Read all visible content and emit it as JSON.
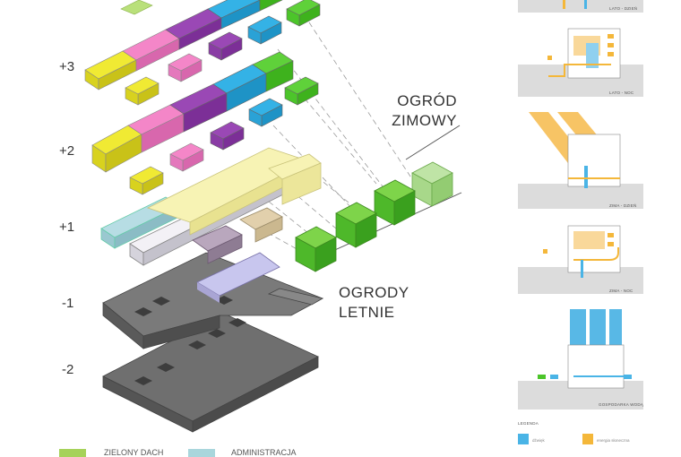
{
  "levels": [
    "+3",
    "+2",
    "+1",
    "-1",
    "-2"
  ],
  "labels": {
    "winter_garden": [
      "OGRÓD",
      "ZIMOWY"
    ],
    "summer_gardens": "OGRODY LETNIE"
  },
  "legend": [
    {
      "label": "ZIELONY DACH",
      "color": "#a6d25a"
    },
    {
      "label": "ADMINISTRACJA",
      "color": "#a9d6dc"
    }
  ],
  "panels": [
    {
      "caption": "LATO - DZIEŃ"
    },
    {
      "caption": "LATO - NOC"
    },
    {
      "caption": "ZIMA - DZIEŃ"
    },
    {
      "caption": "ZIMA - NOC"
    },
    {
      "caption": "GOSPODARKA WODĄ"
    }
  ],
  "mini_legend": {
    "title": "LEGENDA",
    "items": [
      "dźwięk",
      "energia słoneczna"
    ]
  },
  "colors": {
    "yellow": "#e9e12a",
    "pink": "#f07cc0",
    "purple": "#8c3aa8",
    "blue": "#2aa8e0",
    "green": "#4cc52a",
    "gray": "#888888",
    "pale_yellow": "#f3f0a0",
    "pale_lilac": "#dcd8f2",
    "pale_blue": "#b9dde6"
  }
}
